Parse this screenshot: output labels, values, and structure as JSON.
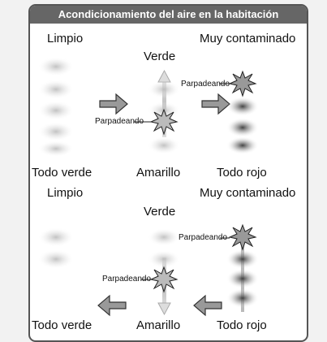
{
  "title": "Acondicionamiento del aire en la habitación",
  "panel_top": {
    "clean": "Limpio",
    "very_polluted": "Muy contaminado",
    "green": "Verde",
    "blinking_a": "Parpadeando",
    "blinking_b": "Parpadeando",
    "all_green": "Todo verde",
    "yellow": "Amarillo",
    "all_red": "Todo rojo"
  },
  "panel_bottom": {
    "clean": "Limpio",
    "very_polluted": "Muy contaminado",
    "green": "Verde",
    "blinking_a": "Parpadeando",
    "blinking_b": "Parpadeando",
    "all_green": "Todo verde",
    "yellow": "Amarillo",
    "all_red": "Todo rojo"
  }
}
